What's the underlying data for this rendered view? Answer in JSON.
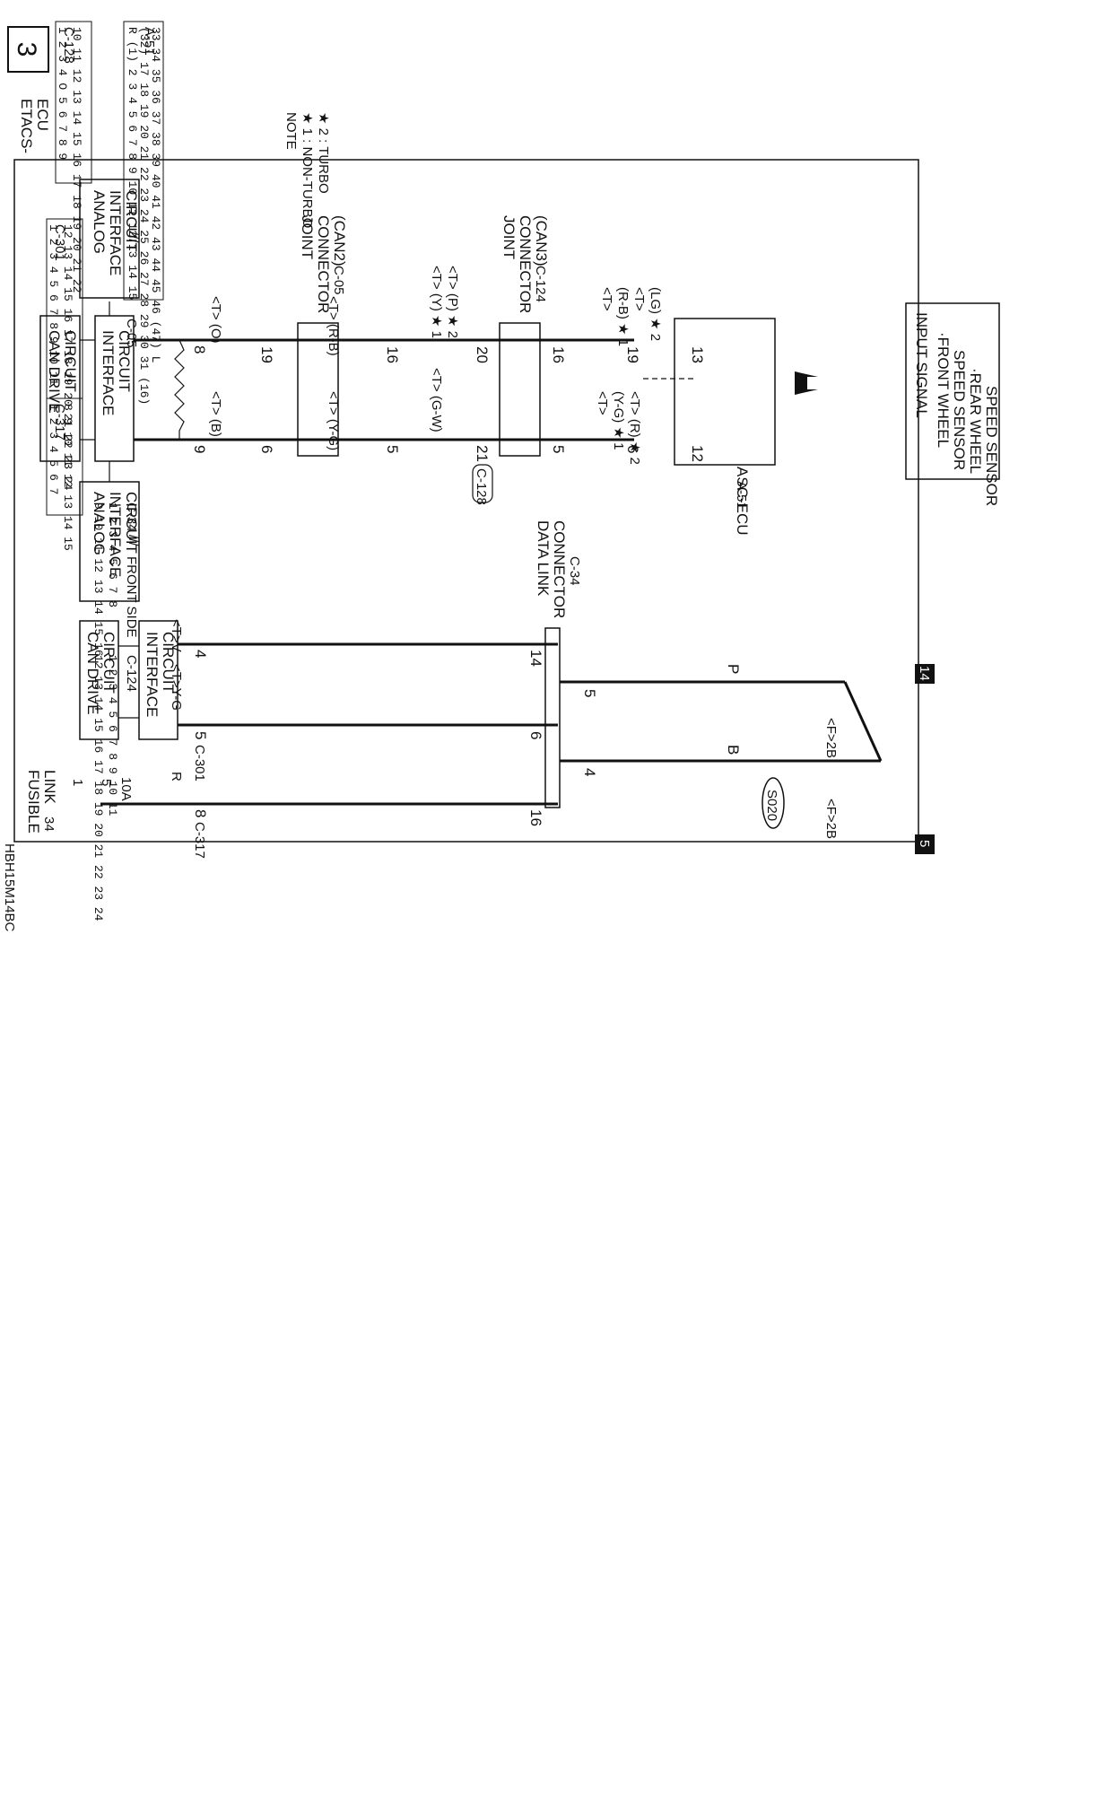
{
  "page_number": "3",
  "etacs": {
    "name": [
      "ETACS-",
      "ECU"
    ],
    "analog1": [
      "ANALOG",
      "INTERFACE",
      "CIRCUIT"
    ],
    "interface1": [
      "INTERFACE",
      "CIRCUIT"
    ],
    "can1": [
      "CAN DRIVE",
      "CIRCUIT"
    ],
    "analog2": [
      "ANALOG",
      "INTERFACE",
      "CIRCUIT"
    ],
    "interface2": [
      "INTERFACE",
      "CIRCUIT"
    ],
    "can2": [
      "CAN DRIVE",
      "CIRCUIT"
    ]
  },
  "fusible": {
    "label": [
      "FUSIBLE",
      "LINK"
    ],
    "link_no": "34",
    "fuse_no": "5",
    "fuse_rating": "10A",
    "bus_no": "1"
  },
  "joint_can2": {
    "lines": [
      "JOINT",
      "CONNECTOR",
      "(CAN2)"
    ],
    "connector": "C-05"
  },
  "joint_can3": {
    "lines": [
      "JOINT",
      "CONNECTOR",
      "(CAN3)"
    ],
    "connector": "C-124"
  },
  "asc": {
    "name": "ASC-ECU",
    "connector": "A-51"
  },
  "dlc": {
    "lines": [
      "DATA LINK",
      "CONNECTOR"
    ],
    "connector": "C-34"
  },
  "input_signal": {
    "title": "INPUT SIGNAL",
    "items": [
      "·FRONT WHEEL",
      "SPEED SENSOR",
      "·REAR WHEEL",
      "SPEED SENSOR"
    ]
  },
  "note": {
    "title": "NOTE",
    "items": [
      "★ 1 : NON-TURBO",
      "★ 2 : TURBO"
    ]
  },
  "wires": {
    "w_o": "<T> (O)",
    "w_b": "<T> (B)",
    "w_rb": "<T> (R-B)",
    "w_yg": "<T> (Y-G)",
    "w_gw": "<T> (G-W)",
    "w_y1": "<T> (Y) ★ 1",
    "w_p2": "<T> (P) ★ 2",
    "w_t1": "<T>",
    "w_rb1": "(R-B) ★ 1",
    "w_t2": "<T>",
    "w_lg2": "(LG) ★ 2",
    "w_t3": "<T>",
    "w_yg1": "(Y-G) ★ 1",
    "w_r2": "<T> (R) ★ 2",
    "w_tv": "<T>V",
    "w_tyg": "<T>Y-G",
    "w_r": "R",
    "w_p": "P",
    "w_bb": "B",
    "w_f2b_a": "<F>2B",
    "w_f2b_b": "<F>2B"
  },
  "pins": {
    "e8": "8",
    "e9": "9",
    "j19": "19",
    "j6": "6",
    "j16": "16",
    "j5": "5",
    "c20": "20",
    "c21": "21",
    "k16": "16",
    "k5": "5",
    "k19": "19",
    "k6": "6",
    "a13": "13",
    "a12": "12",
    "e4": "4",
    "e5": "5",
    "e8b": "8",
    "d14": "14",
    "d6": "6",
    "d16": "16",
    "d5": "5",
    "d4": "4"
  },
  "connectors": {
    "c128": "C-128",
    "c301": "C-301",
    "c317": "C-317",
    "a51": "A-51",
    "c05": "C-05",
    "c34": "C-34",
    "c124": "C-124",
    "c128b": "C-128"
  },
  "front_side": "FRONT SIDE",
  "splice": "S020",
  "ground_14": "14",
  "ground_5": "5",
  "code": "HBH15M14BC",
  "faces": {
    "a51": [
      "R (1) 2 3 4 5 6 7 8 9 10 11 12 13 14 15",
      "(32) 17 18 19 20 21 22 23 24 25 26 27 28 29 30 31 (16)",
      "33 34 35 36 37 38 39 40 41 42 43 44 45 46 (47) L"
    ],
    "c128": [
      "1 2 3 4  O  5 6 7 8 9",
      "10 11 12 13 14 15 16 17 18 19 20 21 22"
    ],
    "c301": [
      "1 2 3 4 5  6 7 8 9 10 11",
      "12 13 14 15 16 17 18 19 20 21 22 23 24"
    ],
    "c317": [
      "1 2 3 4    5 6 7",
      "8 9 10 11  12  13 14 15"
    ],
    "c05": [
      "1 2 3 4 5  6 7 8 9 10 11",
      "12 13 14 15 16 17 18 19 20 21 22 23 24"
    ],
    "c34": [
      "1 2 3 4 5 6 7 8",
      "9 10 11 12 13 14 15 16"
    ],
    "c124": [
      "1 2 3 4 5  6 7 8 9 10 11",
      "12 13 14 15 16 17 18 19 20 21 22 23 24"
    ]
  }
}
